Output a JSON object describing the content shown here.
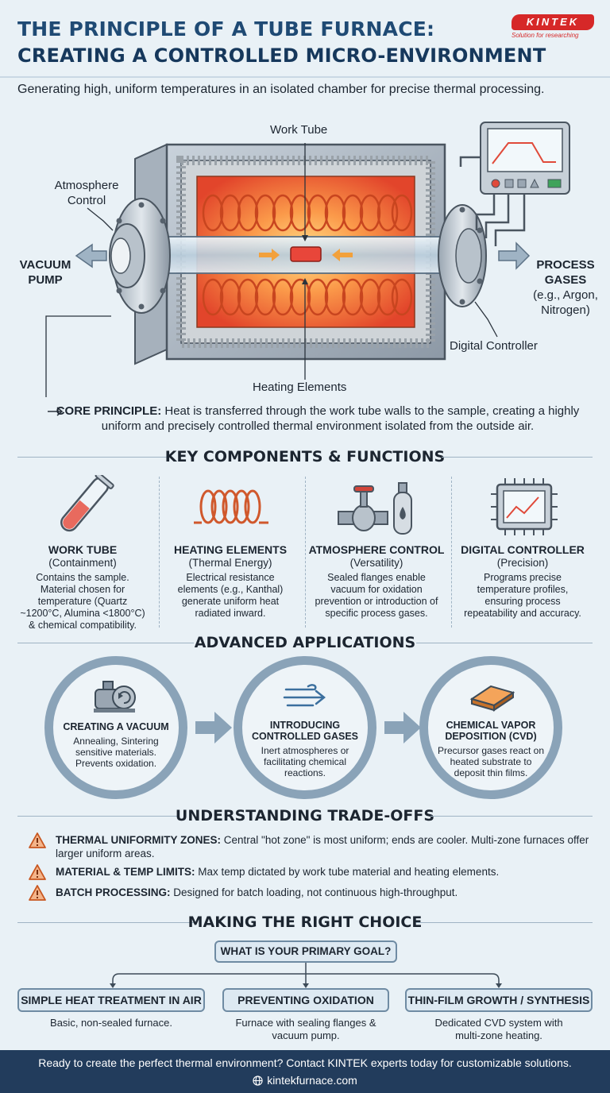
{
  "brand": {
    "logo_text": "KINTEK",
    "logo_tagline": "Solution for researching"
  },
  "header": {
    "title_line1": "THE PRINCIPLE OF A TUBE FURNACE:",
    "title_line2": "CREATING A CONTROLLED MICRO-ENVIRONMENT",
    "subtitle": "Generating high, uniform temperatures in an isolated chamber for precise thermal processing."
  },
  "diagram": {
    "work_tube": "Work Tube",
    "atmosphere_control": [
      "Atmosphere",
      "Control"
    ],
    "vacuum_pump": [
      "VACUUM",
      "PUMP"
    ],
    "process_gases": [
      "PROCESS",
      "GASES"
    ],
    "process_gases_example": [
      "(e.g., Argon,",
      "Nitrogen)"
    ],
    "digital_controller": "Digital Controller",
    "heating_elements": "Heating Elements"
  },
  "core_principle": {
    "label": "CORE PRINCIPLE:",
    "text": " Heat is transferred through the work tube walls to the sample, creating a highly uniform and precisely controlled thermal environment isolated from the outside air."
  },
  "components": {
    "heading": "KEY COMPONENTS & FUNCTIONS",
    "items": [
      {
        "name": "WORK TUBE",
        "sub": "(Containment)",
        "desc": "Contains the sample. Material chosen for temperature (Quartz ~1200°C, Alumina <1800°C) & chemical compatibility.",
        "icon": "test-tube-icon"
      },
      {
        "name": "HEATING ELEMENTS",
        "sub": "(Thermal Energy)",
        "desc": "Electrical resistance elements (e.g., Kanthal) generate uniform heat radiated inward.",
        "icon": "coil-icon"
      },
      {
        "name": "ATMOSPHERE CONTROL",
        "sub": "(Versatility)",
        "desc": "Sealed flanges enable vacuum for oxidation prevention or introduction of specific process gases.",
        "icon": "valve-cylinder-icon"
      },
      {
        "name": "DIGITAL CONTROLLER",
        "sub": "(Precision)",
        "desc": "Programs precise temperature profiles, ensuring process repeatability and accuracy.",
        "icon": "chip-graph-icon"
      }
    ]
  },
  "applications": {
    "heading": "ADVANCED APPLICATIONS",
    "items": [
      {
        "name": "CREATING A VACUUM",
        "desc": "Annealing, Sintering sensitive materials. Prevents oxidation.",
        "icon": "vacuum-pump-icon"
      },
      {
        "name": "INTRODUCING CONTROLLED GASES",
        "desc": "Inert atmospheres or facilitating chemical reactions.",
        "icon": "gas-flow-icon"
      },
      {
        "name": "CHEMICAL VAPOR DEPOSITION (CVD)",
        "desc": "Precursor gases react on heated substrate to deposit thin films.",
        "icon": "substrate-icon"
      }
    ]
  },
  "tradeoffs": {
    "heading": "UNDERSTANDING TRADE-OFFS",
    "items": [
      {
        "label": "THERMAL UNIFORMITY ZONES:",
        "text": " Central \"hot zone\" is most uniform; ends are cooler. Multi-zone furnaces offer larger uniform areas."
      },
      {
        "label": "MATERIAL & TEMP LIMITS:",
        "text": " Max temp dictated by work tube material and heating elements."
      },
      {
        "label": "BATCH PROCESSING:",
        "text": " Designed for batch loading, not continuous high-throughput."
      }
    ]
  },
  "choice": {
    "heading": "MAKING THE RIGHT CHOICE",
    "question": "WHAT IS YOUR PRIMARY GOAL?",
    "options": [
      {
        "label": "SIMPLE HEAT TREATMENT IN AIR",
        "desc": "Basic, non-sealed furnace."
      },
      {
        "label": "PREVENTING OXIDATION",
        "desc": "Furnace with sealing flanges & vacuum pump."
      },
      {
        "label": "THIN-FILM GROWTH / SYNTHESIS",
        "desc": "Dedicated CVD system with multi-zone heating."
      }
    ]
  },
  "footer": {
    "cta": "Ready to create the perfect thermal environment? Contact KINTEK experts today for customizable solutions.",
    "url": "kintekfurnace.com"
  },
  "colors": {
    "title": "#16385c",
    "accent": "#d62828",
    "footer_bg": "#223c5c",
    "heat": "#f0673a"
  }
}
